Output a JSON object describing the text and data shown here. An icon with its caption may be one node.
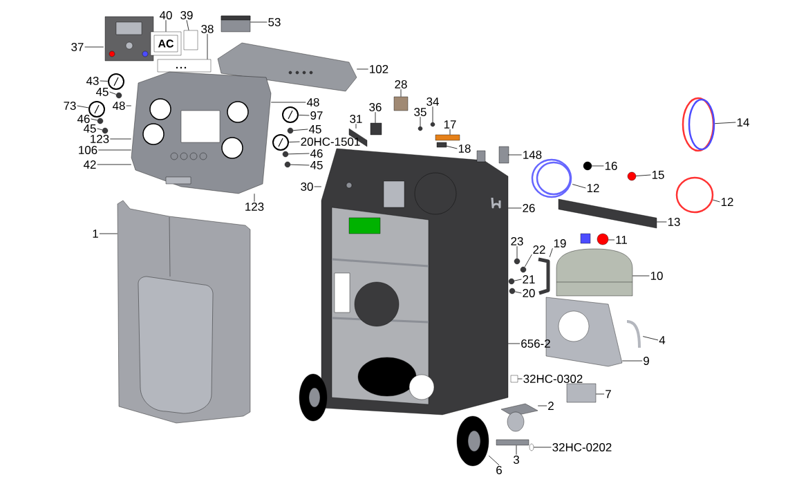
{
  "diagram": {
    "nodes": [
      {
        "text": [
          "37"
        ]
      },
      {
        "text": [
          "40"
        ]
      },
      {
        "text": [
          "39"
        ]
      },
      {
        "text": [
          "38"
        ]
      },
      {
        "text": [
          "53"
        ]
      },
      {
        "text": [
          "102"
        ]
      },
      {
        "text": [
          "43"
        ]
      },
      {
        "text": [
          "45"
        ]
      },
      {
        "text": [
          "73"
        ]
      },
      {
        "text": [
          "48"
        ]
      },
      {
        "text": [
          "46"
        ]
      },
      {
        "text": [
          "45"
        ]
      },
      {
        "text": [
          "123"
        ]
      },
      {
        "text": [
          "106"
        ]
      },
      {
        "text": [
          "42"
        ]
      },
      {
        "text": [
          "48"
        ]
      },
      {
        "text": [
          "97"
        ]
      },
      {
        "text": [
          "45"
        ]
      },
      {
        "text": [
          "20HC-1501"
        ]
      },
      {
        "text": [
          "46"
        ]
      },
      {
        "text": [
          "45"
        ]
      },
      {
        "text": [
          "123"
        ]
      },
      {
        "text": [
          "28"
        ]
      },
      {
        "text": [
          "36"
        ]
      },
      {
        "text": [
          "35"
        ]
      },
      {
        "text": [
          "34"
        ]
      },
      {
        "text": [
          "31"
        ]
      },
      {
        "text": [
          "17"
        ]
      },
      {
        "text": [
          "18"
        ]
      },
      {
        "text": [
          "148"
        ]
      },
      {
        "text": [
          "30"
        ]
      },
      {
        "text": [
          "26"
        ]
      },
      {
        "text": [
          "16"
        ]
      },
      {
        "text": [
          "15"
        ]
      },
      {
        "text": [
          "14"
        ]
      },
      {
        "text": [
          "12"
        ]
      },
      {
        "text": [
          "12"
        ]
      },
      {
        "text": [
          "13"
        ]
      },
      {
        "text": [
          "11"
        ]
      },
      {
        "text": [
          "10"
        ]
      },
      {
        "text": [
          "23"
        ]
      },
      {
        "text": [
          "22"
        ]
      },
      {
        "text": [
          "19"
        ]
      },
      {
        "text": [
          "21"
        ]
      },
      {
        "text": [
          "20"
        ]
      },
      {
        "text": [
          "656-2"
        ]
      },
      {
        "text": [
          "4"
        ]
      },
      {
        "text": [
          "9"
        ]
      },
      {
        "text": [
          "1"
        ]
      },
      {
        "text": [
          "32HC-0302"
        ]
      },
      {
        "text": [
          "7"
        ]
      },
      {
        "text": [
          "2"
        ]
      },
      {
        "text": [
          "32HC-0202"
        ]
      },
      {
        "text": [
          "3"
        ]
      },
      {
        "text": [
          "6"
        ]
      },
      {
        "text": [],
        "shape": "picture"
      },
      {
        "text": [
          "AC"
        ]
      },
      {
        "text": [],
        "shape": "box"
      },
      {
        "text": [],
        "shape": "picture"
      },
      {
        "text": [],
        "shape": "picture"
      },
      {
        "text": [],
        "shape": "picture"
      },
      {
        "text": [],
        "shape": "picture"
      },
      {
        "text": [],
        "shape": "circle"
      },
      {
        "text": [],
        "shape": "picture"
      },
      {
        "text": [],
        "shape": "picture"
      },
      {
        "text": [],
        "shape": "circle"
      },
      {
        "text": [],
        "shape": "circle"
      },
      {
        "text": [],
        "shape": "picture"
      },
      {
        "text": [],
        "shape": "circle"
      },
      {
        "text": [],
        "shape": "picture"
      },
      {
        "text": [],
        "shape": "circle"
      },
      {
        "text": [],
        "shape": "circle"
      },
      {
        "text": [],
        "shape": "box"
      },
      {
        "text": [],
        "shape": "box"
      },
      {
        "text": [],
        "shape": "circle"
      },
      {
        "text": [],
        "shape": "circle"
      },
      {
        "text": [],
        "shape": "bar"
      },
      {
        "text": [],
        "shape": "box"
      },
      {
        "text": [],
        "shape": "box"
      },
      {
        "text": [],
        "shape": "picture"
      },
      {
        "text": [],
        "shape": "circle"
      },
      {
        "text": [],
        "shape": "circle"
      },
      {
        "text": [],
        "shape": "picture"
      },
      {
        "text": [],
        "shape": "picture"
      },
      {
        "text": [],
        "shape": "circle"
      },
      {
        "text": [],
        "shape": "bar"
      },
      {
        "text": [],
        "shape": "picture"
      },
      {
        "text": [],
        "shape": "picture"
      },
      {
        "text": [],
        "shape": "picture"
      },
      {
        "text": [],
        "shape": "picture"
      },
      {
        "text": [],
        "shape": "circle"
      },
      {
        "text": [],
        "shape": "circle"
      },
      {
        "text": [],
        "shape": "picture"
      },
      {
        "text": [],
        "shape": "circle"
      },
      {
        "text": [],
        "shape": "circle"
      },
      {
        "text": [],
        "shape": "picture"
      },
      {
        "text": [],
        "shape": "box"
      },
      {
        "text": [],
        "shape": "box"
      },
      {
        "text": [],
        "shape": "picture"
      },
      {
        "text": [],
        "shape": "circle"
      },
      {
        "text": [],
        "shape": "box"
      },
      {
        "text": [],
        "shape": "picture"
      }
    ],
    "edges": [
      {
        "from": 0,
        "to": 55,
        "arrow": "none"
      },
      {
        "from": 1,
        "to": 56,
        "arrow": "none"
      },
      {
        "from": 2,
        "to": 57,
        "arrow": "none"
      },
      {
        "from": 3,
        "to": 58,
        "arrow": "none"
      },
      {
        "from": 4,
        "to": 59,
        "arrow": "none"
      },
      {
        "from": 5,
        "to": 60,
        "arrow": "none"
      },
      {
        "from": 6,
        "to": 61,
        "arrow": "none"
      },
      {
        "from": 7,
        "to": 62,
        "arrow": "none"
      },
      {
        "from": 8,
        "to": 63,
        "arrow": "none"
      },
      {
        "from": 9,
        "to": 64,
        "arrow": "none"
      },
      {
        "from": 10,
        "to": 65,
        "arrow": "none"
      },
      {
        "from": 11,
        "to": 66,
        "arrow": "none"
      },
      {
        "from": 12,
        "to": 64,
        "arrow": "none"
      },
      {
        "from": 13,
        "to": 64,
        "arrow": "none"
      },
      {
        "from": 14,
        "to": 64,
        "arrow": "none"
      },
      {
        "from": 15,
        "to": 64,
        "arrow": "none"
      },
      {
        "from": 16,
        "to": 67,
        "arrow": "none"
      },
      {
        "from": 17,
        "to": 68,
        "arrow": "none"
      },
      {
        "from": 18,
        "to": 69,
        "arrow": "none"
      },
      {
        "from": 19,
        "to": 70,
        "arrow": "none"
      },
      {
        "from": 20,
        "to": 71,
        "arrow": "none"
      },
      {
        "from": 21,
        "to": 64,
        "arrow": "none"
      },
      {
        "from": 22,
        "to": 72,
        "arrow": "none"
      },
      {
        "from": 23,
        "to": 73,
        "arrow": "none"
      },
      {
        "from": 24,
        "to": 74,
        "arrow": "none"
      },
      {
        "from": 25,
        "to": 75,
        "arrow": "none"
      },
      {
        "from": 26,
        "to": 76,
        "arrow": "none"
      },
      {
        "from": 27,
        "to": 77,
        "arrow": "none"
      },
      {
        "from": 28,
        "to": 78,
        "arrow": "none"
      },
      {
        "from": 29,
        "to": 79,
        "arrow": "none"
      },
      {
        "from": 30,
        "to": 79,
        "arrow": "none"
      },
      {
        "from": 31,
        "to": 79,
        "arrow": "none"
      },
      {
        "from": 32,
        "to": 80,
        "arrow": "none"
      },
      {
        "from": 33,
        "to": 81,
        "arrow": "none"
      },
      {
        "from": 34,
        "to": 82,
        "arrow": "none"
      },
      {
        "from": 35,
        "to": 83,
        "arrow": "none"
      },
      {
        "from": 36,
        "to": 84,
        "arrow": "none"
      },
      {
        "from": 37,
        "to": 85,
        "arrow": "none"
      },
      {
        "from": 38,
        "to": 86,
        "arrow": "none"
      },
      {
        "from": 39,
        "to": 87,
        "arrow": "none"
      },
      {
        "from": 40,
        "to": 90,
        "arrow": "none"
      },
      {
        "from": 41,
        "to": 91,
        "arrow": "none"
      },
      {
        "from": 42,
        "to": 92,
        "arrow": "none"
      },
      {
        "from": 43,
        "to": 93,
        "arrow": "none"
      },
      {
        "from": 44,
        "to": 94,
        "arrow": "none"
      },
      {
        "from": 45,
        "to": 79,
        "arrow": "none"
      },
      {
        "from": 46,
        "to": 88,
        "arrow": "none"
      },
      {
        "from": 47,
        "to": 89,
        "arrow": "none"
      },
      {
        "from": 48,
        "to": 95,
        "arrow": "none"
      },
      {
        "from": 49,
        "to": 96,
        "arrow": "none"
      },
      {
        "from": 50,
        "to": 97,
        "arrow": "none"
      },
      {
        "from": 51,
        "to": 98,
        "arrow": "none"
      },
      {
        "from": 52,
        "to": 99,
        "arrow": "none"
      },
      {
        "from": 53,
        "to": 100,
        "arrow": "none"
      },
      {
        "from": 54,
        "to": 101,
        "arrow": "none"
      }
    ]
  }
}
